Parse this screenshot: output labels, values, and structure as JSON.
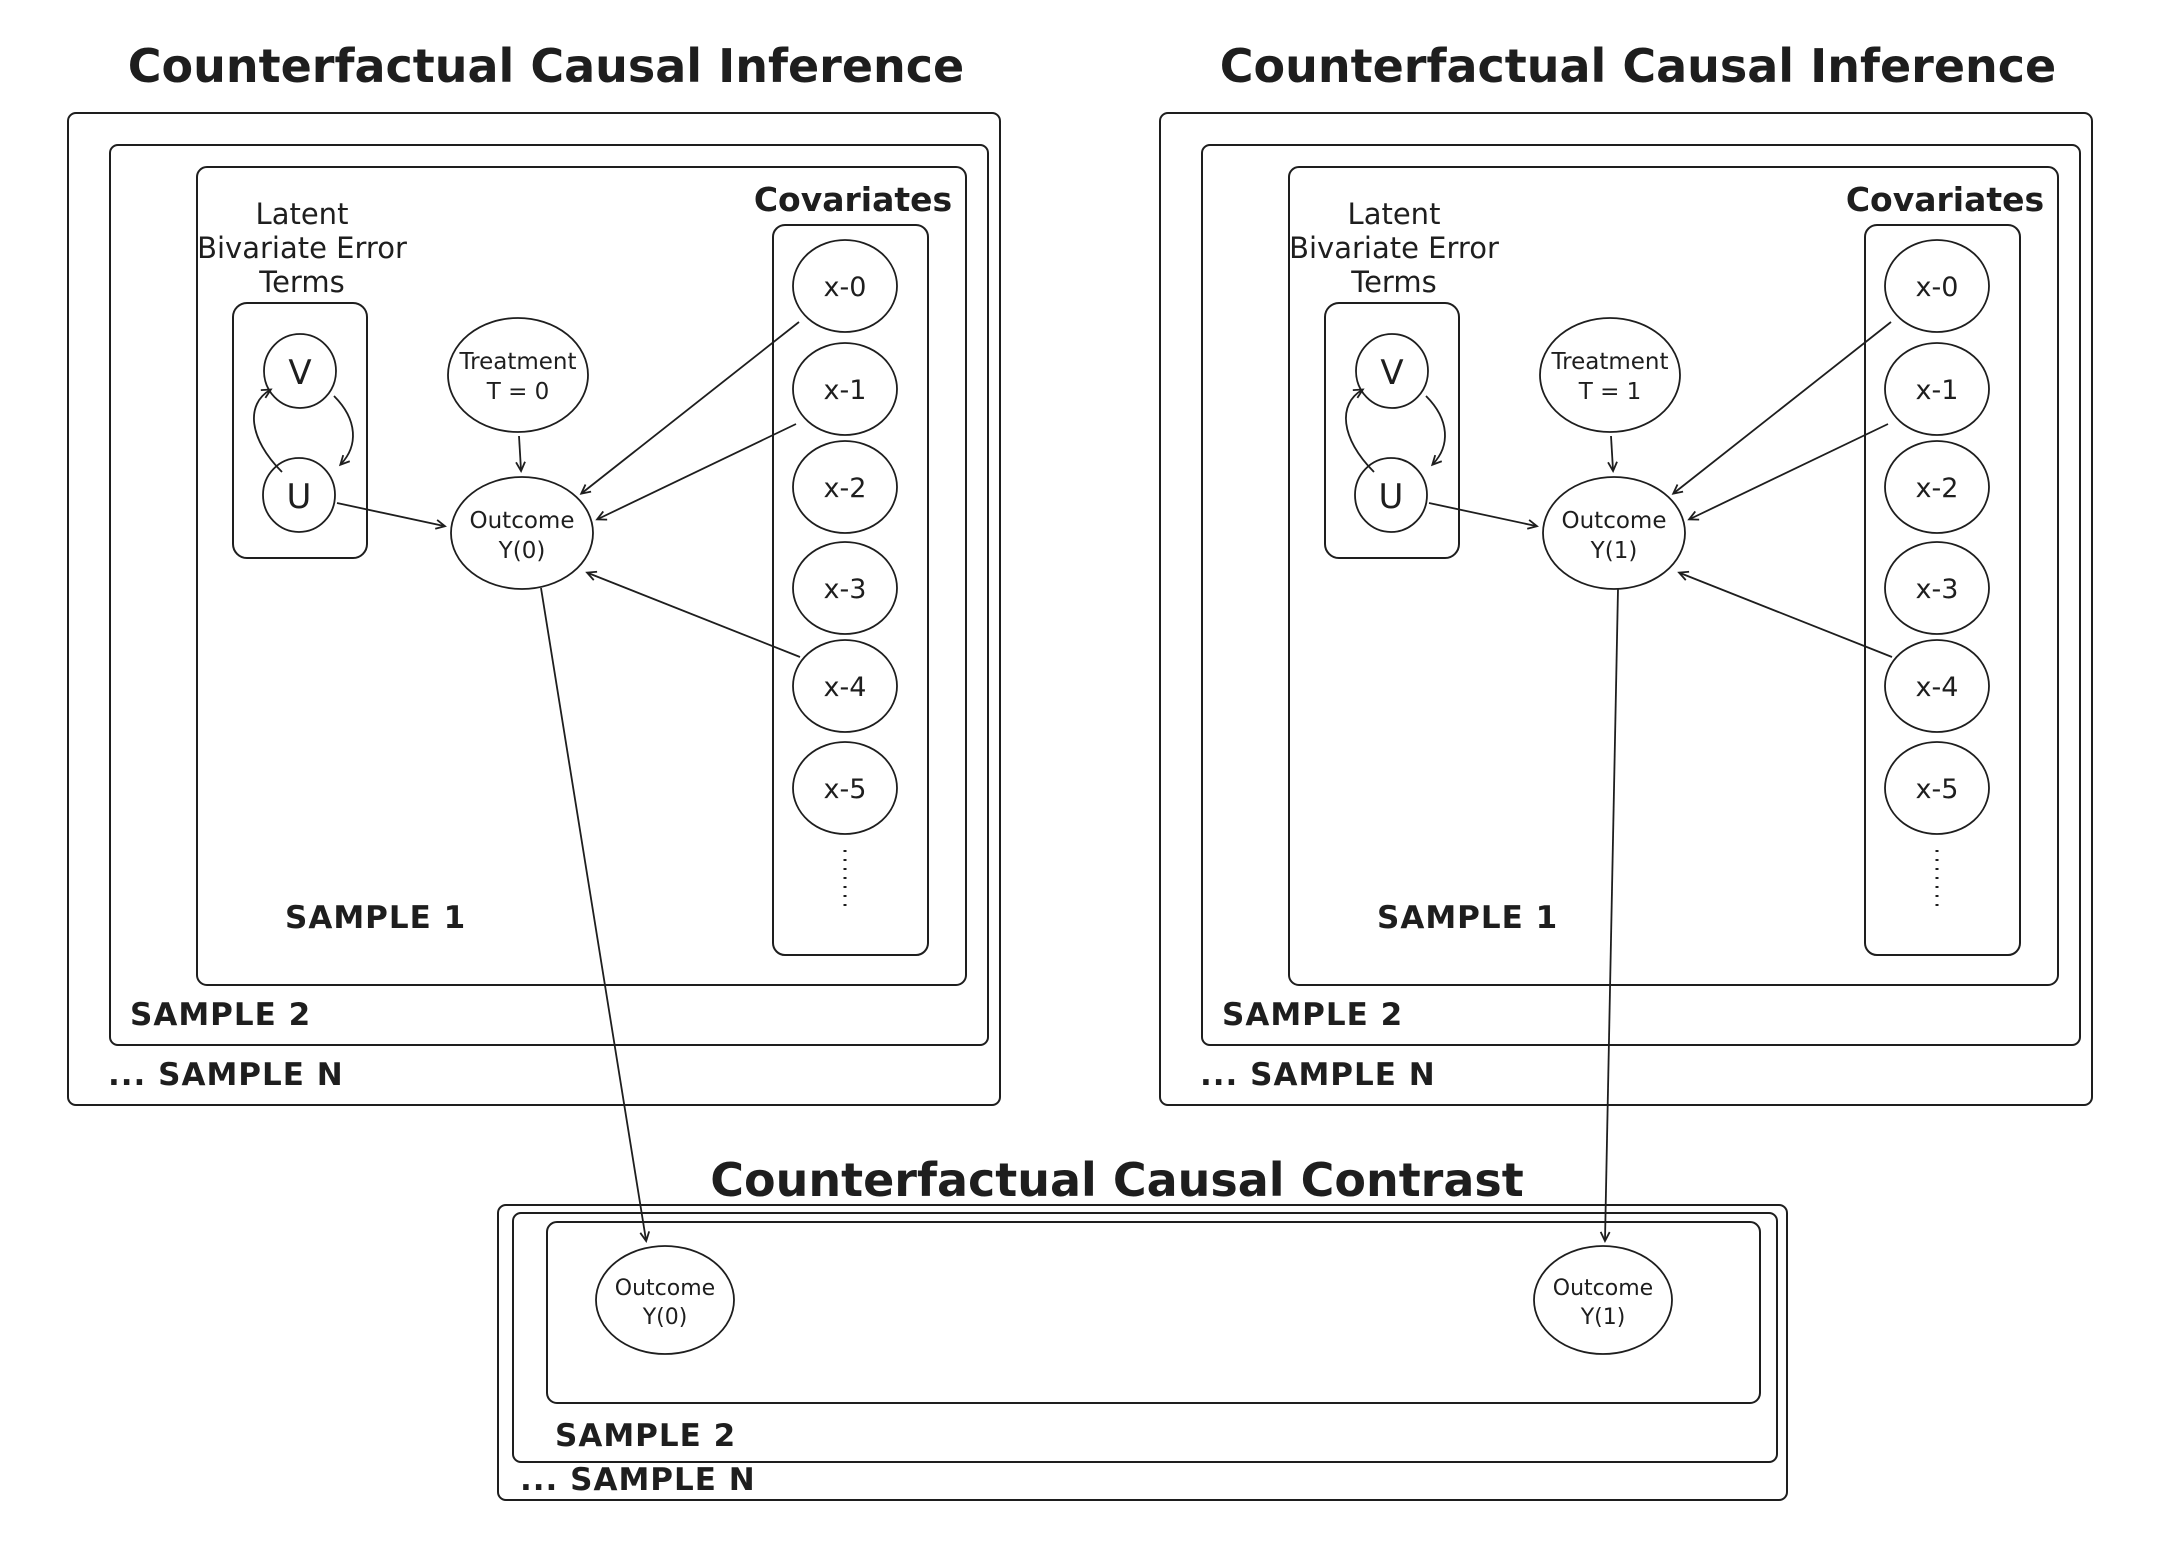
{
  "colors": {
    "blue": "#a5d8ff",
    "pink": "#f5c9cb",
    "stroke": "#1e1e1e"
  },
  "panels": {
    "left": {
      "title": "Counterfactual Causal Inference",
      "latent": [
        "Latent",
        "Bivariate Error",
        "Terms"
      ],
      "v": "V",
      "u": "U",
      "treatment": [
        "Treatment",
        "T = 0"
      ],
      "outcome": [
        "Outcome",
        "Y(0)"
      ],
      "covariates_title": "Covariates",
      "covariates": [
        "x-0",
        "x-1",
        "x-2",
        "x-3",
        "x-4",
        "x-5"
      ],
      "samples": [
        "SAMPLE 1",
        "SAMPLE 2",
        "... SAMPLE N"
      ]
    },
    "right": {
      "title": "Counterfactual Causal Inference",
      "latent": [
        "Latent",
        "Bivariate Error",
        "Terms"
      ],
      "v": "V",
      "u": "U",
      "treatment": [
        "Treatment",
        "T = 1"
      ],
      "outcome": [
        "Outcome",
        "Y(1)"
      ],
      "covariates_title": "Covariates",
      "covariates": [
        "x-0",
        "x-1",
        "x-2",
        "x-3",
        "x-4",
        "x-5"
      ],
      "samples": [
        "SAMPLE 1",
        "SAMPLE 2",
        "... SAMPLE N"
      ]
    }
  },
  "contrast": {
    "title": "Counterfactual Causal Contrast",
    "left_outcome": [
      "Outcome",
      "Y(0)"
    ],
    "right_outcome": [
      "Outcome",
      "Y(1)"
    ],
    "samples": [
      "SAMPLE 2",
      "... SAMPLE N"
    ]
  }
}
